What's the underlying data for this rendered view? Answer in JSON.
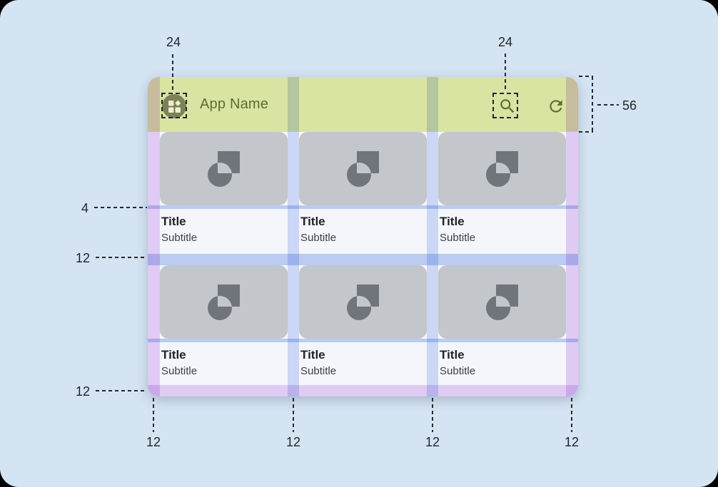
{
  "app": {
    "name": "App Name",
    "cards": [
      {
        "title": "Title",
        "subtitle": "Subtitle"
      },
      {
        "title": "Title",
        "subtitle": "Subtitle"
      },
      {
        "title": "Title",
        "subtitle": "Subtitle"
      },
      {
        "title": "Title",
        "subtitle": "Subtitle"
      },
      {
        "title": "Title",
        "subtitle": "Subtitle"
      },
      {
        "title": "Title",
        "subtitle": "Subtitle"
      }
    ]
  },
  "dimensions": {
    "top_left_icon": "24",
    "top_right_icon": "24",
    "appbar_height": "56",
    "left": [
      "4",
      "12",
      "12"
    ],
    "bottom": [
      "12",
      "12",
      "12",
      "12"
    ]
  },
  "icons": {
    "app": "dashboard-icon",
    "search": "search-icon",
    "refresh": "refresh-icon",
    "card_placeholder": "image-placeholder-icon"
  },
  "colors": {
    "page_background": "#D5E4F2",
    "app_background": "#F4F6FB",
    "appbar": "#D9E4A3",
    "appbar_content": "#5C6C34",
    "app_icon_circle": "#7C8158",
    "margin_overlay": "#E9D3F7",
    "gutter_overlay": "#D4DFF8",
    "spacer_overlay": "#C4D3F6",
    "card_image": "#C3C6CA",
    "card_glyph": "#70757B",
    "title_text": "#202327",
    "subtitle_text": "#3A3F46",
    "annotation": "#222528"
  }
}
